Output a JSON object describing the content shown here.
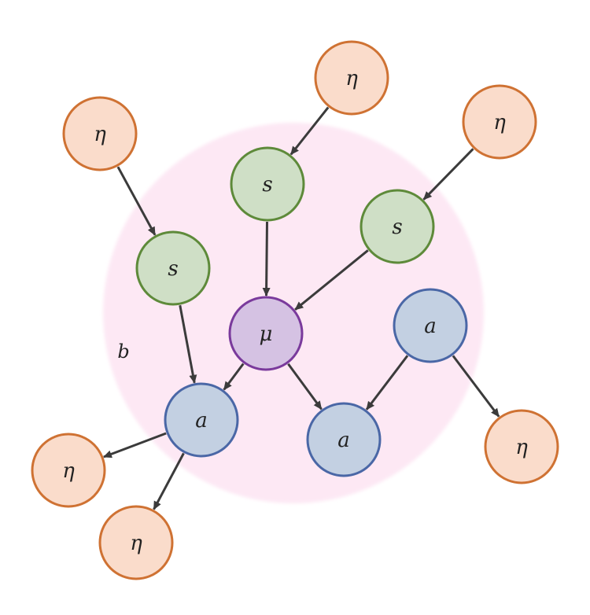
{
  "blanket_label": "b",
  "colors": {
    "blanket": "#fde8f4",
    "external": {
      "fill": "#fadccb",
      "stroke": "#cf7233"
    },
    "sensory": {
      "fill": "#cfdfc6",
      "stroke": "#5e8a3a"
    },
    "internal": {
      "fill": "#d5c2e3",
      "stroke": "#7a3a9c"
    },
    "active": {
      "fill": "#c3d0e2",
      "stroke": "#4a67a6"
    },
    "edge": "#3b3b3b"
  },
  "nodes": [
    {
      "id": "eta-1",
      "label": "η",
      "kind": "external"
    },
    {
      "id": "eta-2",
      "label": "η",
      "kind": "external"
    },
    {
      "id": "eta-3",
      "label": "η",
      "kind": "external"
    },
    {
      "id": "s-1",
      "label": "s",
      "kind": "sensory"
    },
    {
      "id": "s-2",
      "label": "s",
      "kind": "sensory"
    },
    {
      "id": "s-3",
      "label": "s",
      "kind": "sensory"
    },
    {
      "id": "mu",
      "label": "μ",
      "kind": "internal"
    },
    {
      "id": "a-1",
      "label": "a",
      "kind": "active"
    },
    {
      "id": "a-2",
      "label": "a",
      "kind": "active"
    },
    {
      "id": "a-3",
      "label": "a",
      "kind": "active"
    },
    {
      "id": "eta-4",
      "label": "η",
      "kind": "external"
    },
    {
      "id": "eta-5",
      "label": "η",
      "kind": "external"
    },
    {
      "id": "eta-6",
      "label": "η",
      "kind": "external"
    }
  ],
  "edges": [
    {
      "from": "eta-1",
      "to": "s-1"
    },
    {
      "from": "eta-2",
      "to": "s-2"
    },
    {
      "from": "eta-3",
      "to": "s-3"
    },
    {
      "from": "s-2",
      "to": "mu"
    },
    {
      "from": "s-3",
      "to": "mu"
    },
    {
      "from": "s-1",
      "to": "a-1"
    },
    {
      "from": "mu",
      "to": "a-1"
    },
    {
      "from": "mu",
      "to": "a-2"
    },
    {
      "from": "a-3",
      "to": "a-2"
    },
    {
      "from": "a-3",
      "to": "eta-6"
    },
    {
      "from": "a-1",
      "to": "eta-4"
    },
    {
      "from": "a-1",
      "to": "eta-5"
    }
  ]
}
